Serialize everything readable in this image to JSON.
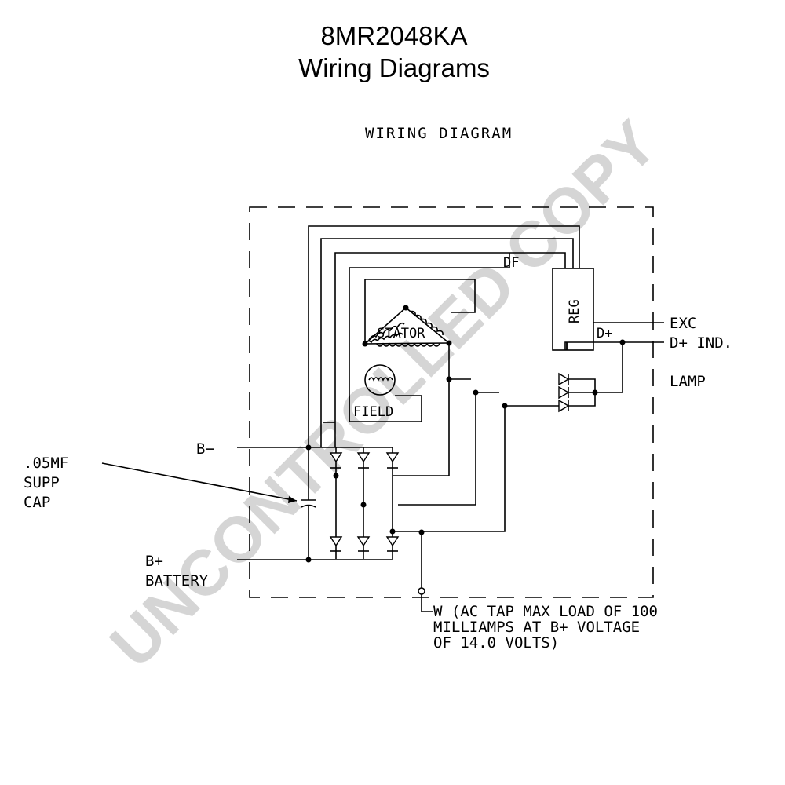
{
  "title": {
    "line1": "8MR2048KA",
    "line2": "Wiring Diagrams"
  },
  "diagram_heading": "WIRING DIAGRAM",
  "labels": {
    "df": "DF",
    "reg": "REG",
    "exc": "EXC",
    "d_plus": "D+",
    "d_plus_ind_line1": "D+ IND.",
    "d_plus_ind_line2": "LAMP",
    "stator": "STATOR",
    "field": "FIELD",
    "b_minus": "B−",
    "cap_line1": ".05MF",
    "cap_line2": "SUPP",
    "cap_line3": "CAP",
    "b_plus_line1": "B+",
    "b_plus_line2": "BATTERY",
    "w_tap_line1": "W (AC TAP MAX LOAD OF 100",
    "w_tap_line2": "MILLIAMPS AT B+ VOLTAGE",
    "w_tap_line3": "OF 14.0 VOLTS)"
  },
  "watermark": "UNCONTROLLED COPY"
}
